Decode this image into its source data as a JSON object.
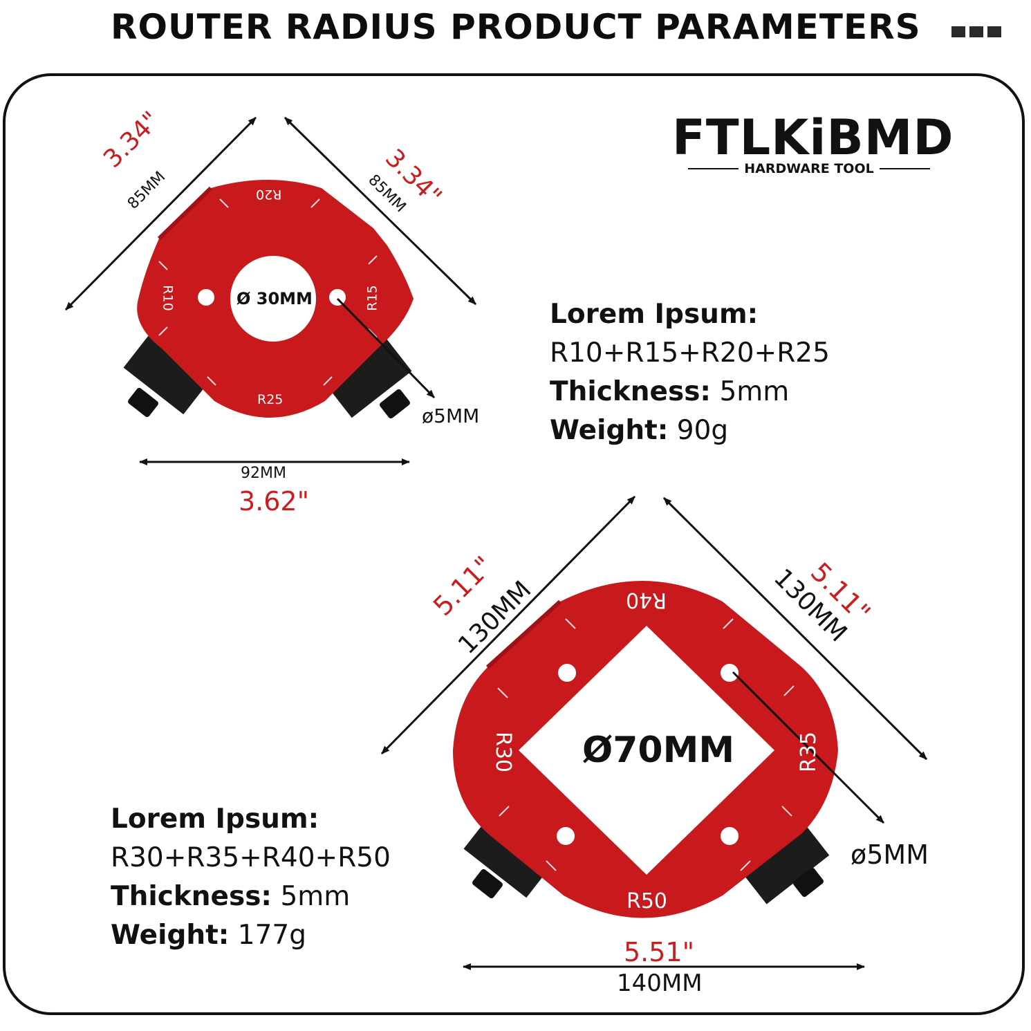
{
  "header": {
    "title": "ROUTER RADIUS PRODUCT PARAMETERS"
  },
  "brand": {
    "name": "FTLKiBMD",
    "tagline": "HARDWARE TOOL"
  },
  "colors": {
    "accent": "#c81e1e",
    "text": "#111111",
    "background": "#ffffff"
  },
  "product_small": {
    "radii": {
      "top": "R20",
      "left": "R10",
      "right": "R15",
      "bottom": "R25"
    },
    "center_hole": "Ø 30MM",
    "pin_hole": "ø5MM",
    "edge_left": {
      "inch": "3.34\"",
      "mm": "85MM"
    },
    "edge_right": {
      "inch": "3.34\"",
      "mm": "85MM"
    },
    "width": {
      "inch": "3.62\"",
      "mm": "92MM"
    },
    "specs": {
      "heading": "Lorem Ipsum:",
      "radii_combo": "R10+R15+R20+R25",
      "thickness_label": "Thickness:",
      "thickness_value": "5mm",
      "weight_label": "Weight:",
      "weight_value": "90g"
    }
  },
  "product_large": {
    "radii": {
      "top": "R40",
      "left": "R30",
      "right": "R35",
      "bottom": "R50"
    },
    "center_hole": "Ø70MM",
    "pin_hole": "ø5MM",
    "edge_left": {
      "inch": "5.11\"",
      "mm": "130MM"
    },
    "edge_right": {
      "inch": "5.11\"",
      "mm": "130MM"
    },
    "width": {
      "inch": "5.51\"",
      "mm": "140MM"
    },
    "specs": {
      "heading": "Lorem Ipsum:",
      "radii_combo": "R30+R35+R40+R50",
      "thickness_label": "Thickness:",
      "thickness_value": "5mm",
      "weight_label": "Weight:",
      "weight_value": "177g"
    }
  }
}
